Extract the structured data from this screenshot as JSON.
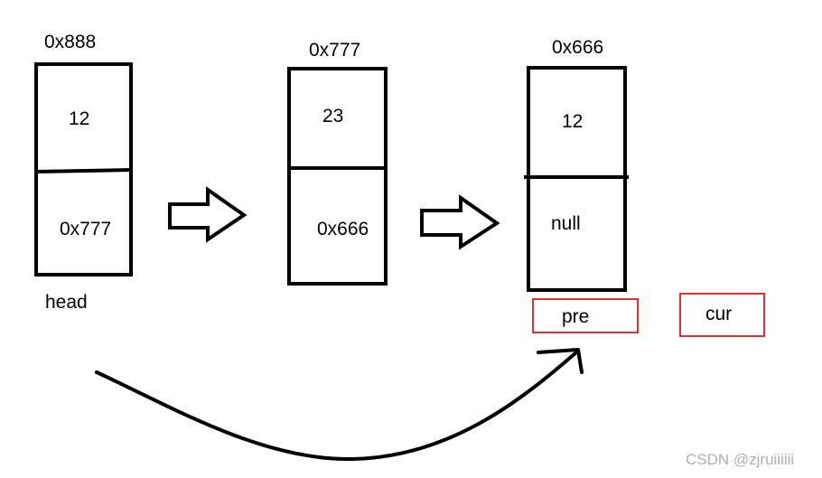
{
  "nodes": [
    {
      "address": "0x888",
      "value": "12",
      "next": "0x777"
    },
    {
      "address": "0x777",
      "value": "23",
      "next": "0x666"
    },
    {
      "address": "0x666",
      "value": "12",
      "next": "null"
    }
  ],
  "labels": {
    "head": "head",
    "pre": "pre",
    "cur": "cur"
  },
  "colors": {
    "stroke": "#000000",
    "highlight_box": "#e03030",
    "watermark": "#b0b0b0"
  },
  "watermark": "CSDN @zjruiiiiii"
}
